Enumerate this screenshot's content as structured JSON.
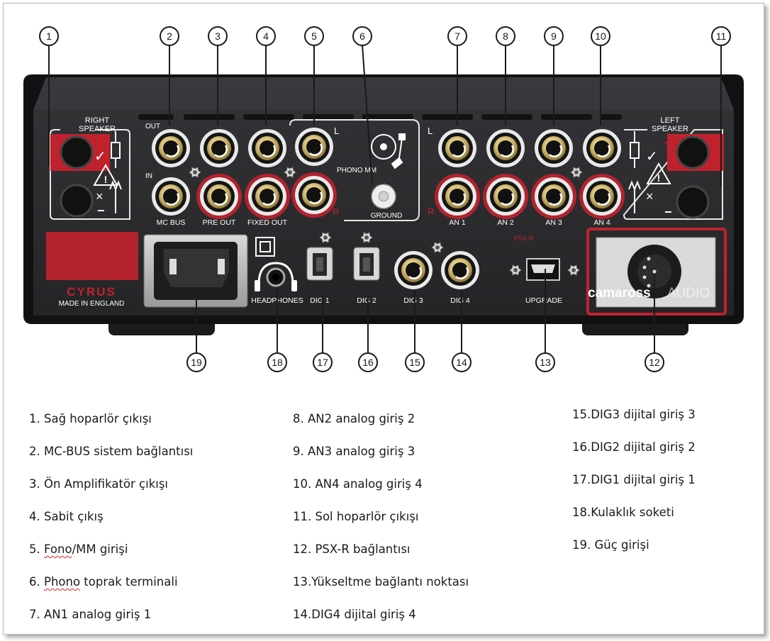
{
  "callouts": [
    "1",
    "2",
    "3",
    "4",
    "5",
    "6",
    "7",
    "8",
    "9",
    "10",
    "11",
    "12",
    "13",
    "14",
    "15",
    "16",
    "17",
    "18",
    "19"
  ],
  "panel": {
    "right_speaker_line1": "RIGHT",
    "right_speaker_line2": "SPEAKER",
    "left_speaker_line1": "LEFT",
    "left_speaker_line2": "SPEAKER",
    "plus": "+",
    "minus": "−",
    "out": "OUT",
    "in": "IN",
    "mc_bus": "MC BUS",
    "pre_out": "PRE OUT",
    "fixed_out": "FIXED OUT",
    "phono_mm": "PHONO MM",
    "ground": "GROUND",
    "left_channel": "L",
    "right_channel": "R",
    "analog_inputs": [
      "AN 1",
      "AN 2",
      "AN 3",
      "AN 4"
    ],
    "brand": "CYRUS",
    "made_in": "MADE IN ENGLAND",
    "headphones": "HEADPHONES",
    "dig_inputs": [
      "DIG 1",
      "DIG 2",
      "DIG 3",
      "DIG 4"
    ],
    "upgrade": "UPGRADE",
    "psx_label": "PSX-R",
    "watermark_left": "camaross",
    "watermark_right": "AUDIO",
    "check": "✓",
    "cross": "×",
    "warning": "!"
  },
  "legend": {
    "col1": [
      "1. Sağ hoparlör çıkışı",
      "2. MC-BUS sistem bağlantısı",
      "3. Ön Amplifikatör çıkışı",
      "4. Sabit çıkış"
    ],
    "item5_prefix": "5. ",
    "item5_word": "Fono",
    "item5_suffix": "/MM girişi",
    "item6_prefix": "6. ",
    "item6_word": "Phono",
    "item6_suffix": " toprak terminali",
    "item7": "7. AN1 analog giriş 1",
    "col2": [
      "8. AN2 analog giriş 2",
      "9. AN3 analog giriş 3",
      "10. AN4 analog giriş 4",
      "11. Sol hoparlör çıkışı",
      "12. PSX-R bağlantısı",
      "13.Yükseltme bağlantı noktası",
      "14.DIG4 dijital giriş 4"
    ],
    "col3": [
      "15.DIG3 dijital giriş 3",
      "16.DIG2 dijital giriş 2",
      "17.DIG1 dijital giriş 1",
      "18.Kulaklık soketi",
      "19. Güç girişi"
    ]
  },
  "colors": {
    "panel": "#2b2b2e",
    "panel_edge": "#0f0f10",
    "accent_red": "#c0222d",
    "gold": "#d8c27a",
    "callout": "#1a1a1a"
  }
}
